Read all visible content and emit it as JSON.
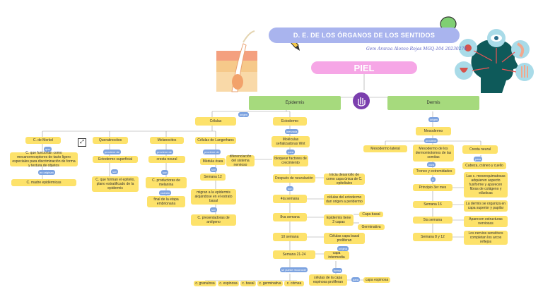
{
  "title": "D. E. DE LOS ÓRGANOS DE LOS SENTIDOS",
  "author": "Gem Aranza Alonzo Rojas MGQ-104 20230274",
  "topic": "PIEL",
  "branches": {
    "epidermis": "Epidermis",
    "dermis": "Dermis"
  },
  "connectors": {
    "origen": "origen",
    "inervado_por": "inervada",
    "que_1": "que",
    "proviene_de": "proviene de",
    "son": "son",
    "proviene_de_2": "proviene de",
    "son_2": "son",
    "cuando": "cuando",
    "proviene_de_3": "proviene de",
    "son_3": "son",
    "son_4": "son",
    "para": "para",
    "origen_d": "origen",
    "proviene": "proviene",
    "para_d": "para",
    "a": "A",
    "en_ingeniaria": "en originan",
    "origina": "origina",
    "se_puede_reconocer": "se puede reconocer",
    "son_5": "son",
    "para_5": "para",
    "forma": "forma"
  },
  "epidermis": {
    "celulas": "Células",
    "merkel": "C. de Merkel",
    "merkel_desc": "C. que funcionan como mecanorreceptores de tacto ligero especiales para discriminación de forma y textura de objetos",
    "merkel_result": "C. madre epidérmicas",
    "queratinocitos": "Queratinocitos",
    "queratinocitos_origen": "Ectodermo superficial",
    "queratinocitos_desc": "C. que forman el epitelio, plano estratificado de la epidermis",
    "melanocitos": "Melanocitos",
    "melanocitos_origen": "cresta neural",
    "melanocitos_desc": "C. productoras de melanina",
    "melanocitos_final": "final de la etapa embrionaria",
    "langerhans": "Células de Langerhans",
    "langerhans_origen": "Médula ósea",
    "langerhans_semana": "Semana 12",
    "langerhans_desc": "migran a la epidermis alojándose en el estrato basal",
    "langerhans_result": "C. presentadoras de antígeno",
    "ectodermo": "Ectodermo",
    "ectodermo_mol": "Moléculas señalizadoras Wnt",
    "diferenciacion": "diferenciación del sistema nervioso",
    "bloquear": "bloquear factores de crecimiento",
    "despues": "Después de neurulación",
    "despues_desc": "Inicia desarrollo de como capa única de C. epiteliales",
    "s4": "4ta semana",
    "s4_desc": "células del ectodermo dan origen a peridermo",
    "s8": "8va semana",
    "s8_desc": "Epidermis tiene 2 capas",
    "capa_basal": "Capa basal",
    "germinativa": "Germinativa",
    "s10": "10 semana",
    "s10_desc": "Células capa basal proliferan",
    "s21": "Semana 21-24",
    "capa_intermedia": "capa intermedia",
    "capa_intermedia_desc": "células de la capa espinosa proliferan",
    "capa_espinosa": "capa espinosa",
    "estratos": [
      "c. granulosa",
      "c. espinosa",
      "c. basal",
      "c. germinativa",
      "c. córnea"
    ]
  },
  "dermis": {
    "mesodermo": "Mesodermo",
    "mesodermo_lateral": "Mesodermo lateral",
    "mesodermo_somitas": "Mesodermo de los dermomiotomos de las somitas",
    "cresta_neural": "Cresta neural",
    "tronco": "Tronco y extremidades",
    "cabeza": "Cabeza, cráneo y cuello",
    "principio": "Principio 3er mes",
    "principio_desc": "Las c. mesenquimatosas adquieren aspecto fusiforme y aparecen fibras de colágeno y elásticas",
    "s16": "Semana 16",
    "s16_desc": "La dermis se organiza en capa superior y papilar",
    "s5": "5ta semana",
    "s5_desc": "Aparecen estructuras nerviosas",
    "s8_12": "Semana 8 y 12",
    "s8_12_desc": "Los nervios sensitivos completan los arcos reflejos"
  },
  "colors": {
    "node": "#fde26b",
    "connector": "#7da3e0",
    "branch": "#a6da7d",
    "title": "#a9b4ee",
    "topic": "#f6a6e6",
    "line": "#9a9a9a"
  }
}
